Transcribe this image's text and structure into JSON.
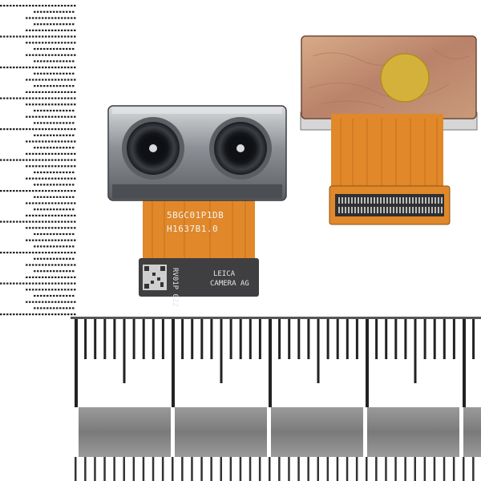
{
  "photo": {
    "module_code_line1": "5BGC01P1DB",
    "module_code_line2": "H1637B1.0",
    "module_brand_line1": "LEICA",
    "module_brand_line2": "CAMERA AG",
    "qr_side_code": "RV01P 0ZZ"
  },
  "colors": {
    "flex_cable": "#e08a2a",
    "copper_shield": "#c8946e",
    "gold_pad": "#d4b23a",
    "metal_housing": "#9aa0a6",
    "ruler_stripe": "#8a8a8a"
  }
}
